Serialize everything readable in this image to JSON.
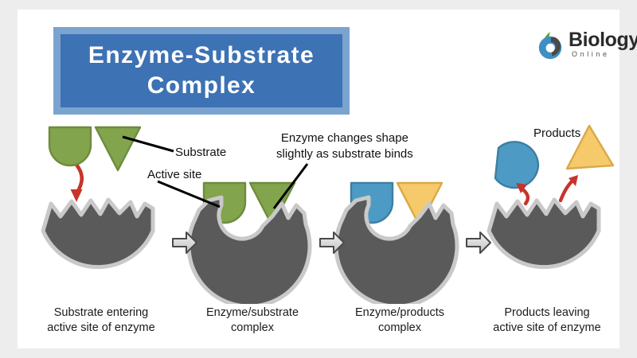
{
  "title": {
    "text": "Enzyme-Substrate\nComplex"
  },
  "logo": {
    "name": "Biology",
    "sub": "Online",
    "mark": "biology-online-droplet-icon"
  },
  "colors": {
    "banner_outer": "#7ba3d0",
    "banner_inner": "#3d72b4",
    "banner_text": "#ffffff",
    "enzyme": "#5a5a5a",
    "enzyme_outline": "#c9c9c9",
    "substrate_green": "#82a44c",
    "substrate_green_outline": "#6d8c3e",
    "product_blue": "#4d9bc4",
    "product_blue_outline": "#3c7fa3",
    "product_yellow": "#f6c96b",
    "product_yellow_outline": "#d9a944",
    "red_arrow": "#c8332c",
    "step_arrow_fill": "#d6d6d6",
    "step_arrow_outline": "#4a4a4a",
    "canvas": "#ffffff",
    "frame": "#ededed",
    "text": "#1b1b1b"
  },
  "annotations": [
    {
      "id": "substrate",
      "text": "Substrate"
    },
    {
      "id": "active-site",
      "text": "Active site"
    },
    {
      "id": "enzyme-changes",
      "text": "Enzyme changes shape\nslightly as substrate binds"
    },
    {
      "id": "products",
      "text": "Products"
    }
  ],
  "panels": [
    {
      "id": "panel-1",
      "caption": "Substrate entering\nactive site of enzyme",
      "shapes": [
        "enzyme-notched",
        "substrate-green-rounded",
        "substrate-green-triangle",
        "red-down-arrow"
      ]
    },
    {
      "id": "panel-2",
      "caption": "Enzyme/substrate\ncomplex",
      "shapes": [
        "enzyme-bound",
        "substrate-green-rounded",
        "substrate-green-triangle"
      ]
    },
    {
      "id": "panel-3",
      "caption": "Enzyme/products\ncomplex",
      "shapes": [
        "enzyme-bound",
        "product-blue-rounded",
        "product-yellow-triangle"
      ]
    },
    {
      "id": "panel-4",
      "caption": "Products leaving\nactive site of enzyme",
      "shapes": [
        "enzyme-notched",
        "product-blue-droplet",
        "product-yellow-triangle",
        "red-up-arrow-left",
        "red-up-arrow-right"
      ]
    }
  ],
  "step_arrows": [
    {
      "id": "step-arrow-1",
      "direction": "right"
    },
    {
      "id": "step-arrow-2",
      "direction": "right"
    },
    {
      "id": "step-arrow-3",
      "direction": "right"
    }
  ]
}
